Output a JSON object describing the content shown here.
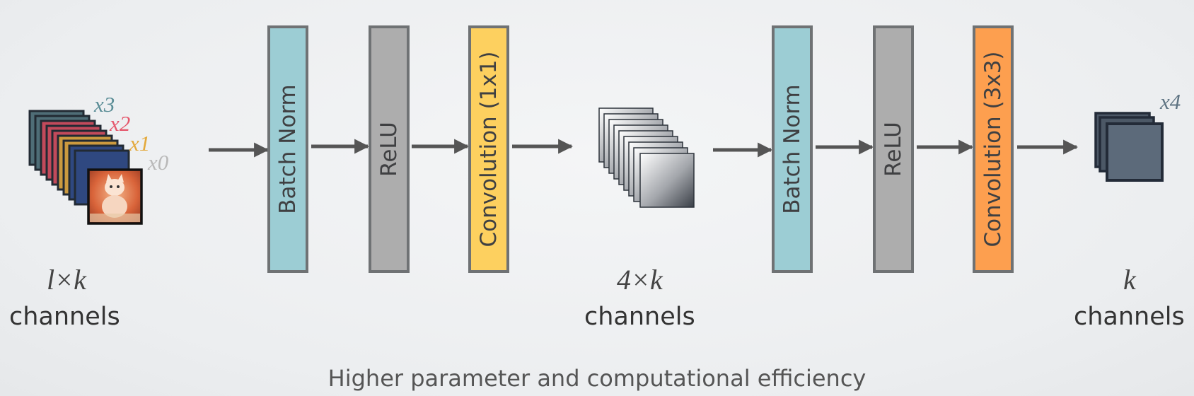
{
  "layers": [
    {
      "label": "Batch Norm",
      "color": "#9ccdd4"
    },
    {
      "label": "ReLU",
      "color": "#adadad"
    },
    {
      "label": "Convolution (1x1)",
      "color": "#fdd05f"
    },
    {
      "label": "Batch Norm",
      "color": "#9ccdd4"
    },
    {
      "label": "ReLU",
      "color": "#adadad"
    },
    {
      "label": "Convolution (3x3)",
      "color": "#fd9f4f"
    }
  ],
  "inputs": {
    "x3": "x3",
    "x2": "x2",
    "x1": "x1",
    "x0": "x0",
    "colors": {
      "x3": "#5a8d96",
      "x2": "#e5566b",
      "x1": "#e3a93b",
      "x0": "#b9b9b9"
    }
  },
  "output": {
    "x4": "x4",
    "color": "#5f7483"
  },
  "channel_groups": [
    {
      "math": "l×k",
      "label": "channels"
    },
    {
      "math": "4×k",
      "label": "channels"
    },
    {
      "math": "k",
      "label": "channels"
    }
  ],
  "footer": "Higher parameter and computational efficiency"
}
